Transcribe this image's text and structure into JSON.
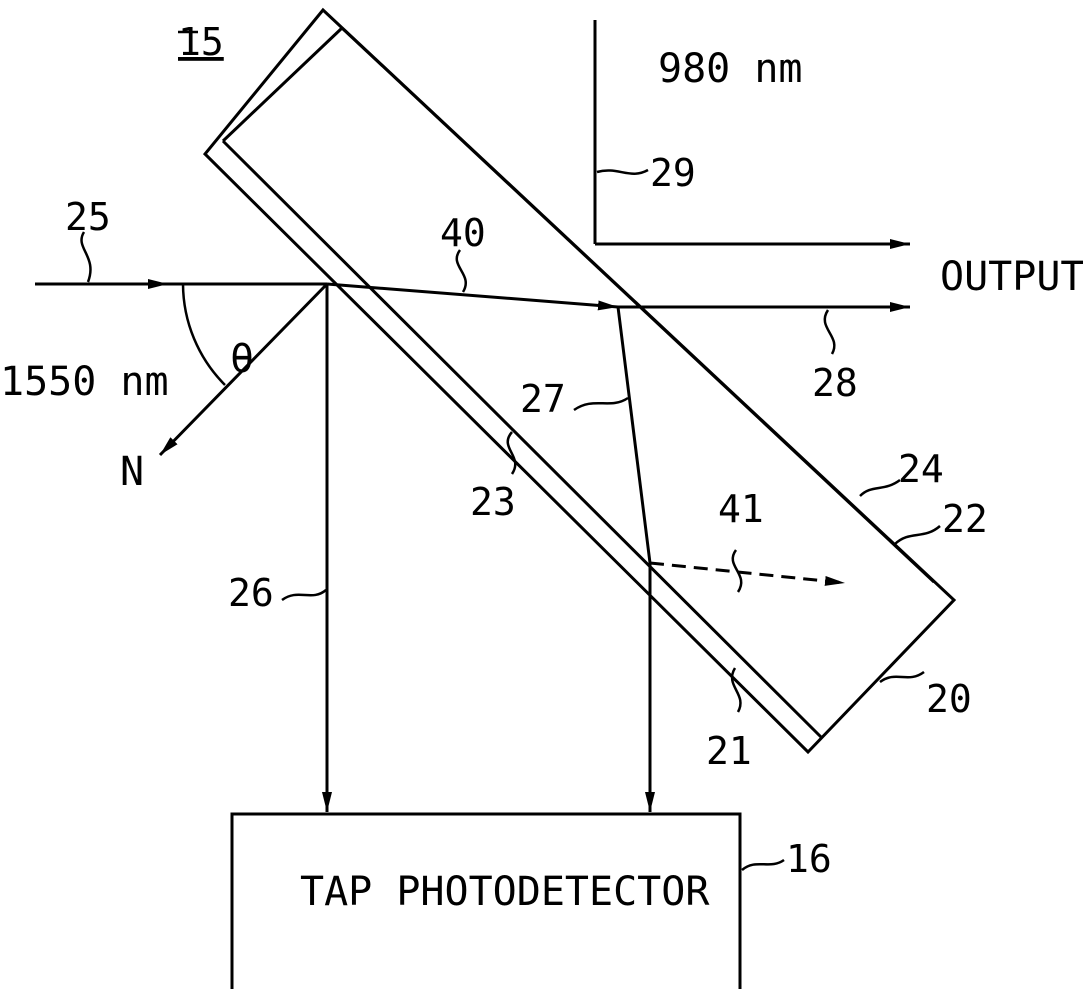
{
  "figure_number": "15",
  "wavelength_in": "1550 nm",
  "wavelength_pump": "980 nm",
  "output_label": "OUTPUT",
  "normal_label": "N",
  "angle_label": "θ",
  "detector_label": "TAP PHOTODETECTOR",
  "refs": {
    "r16": "16",
    "r20": "20",
    "r21": "21",
    "r22": "22",
    "r23": "23",
    "r24": "24",
    "r25": "25",
    "r26": "26",
    "r27": "27",
    "r28": "28",
    "r29": "29",
    "r40": "40",
    "r41": "41"
  }
}
